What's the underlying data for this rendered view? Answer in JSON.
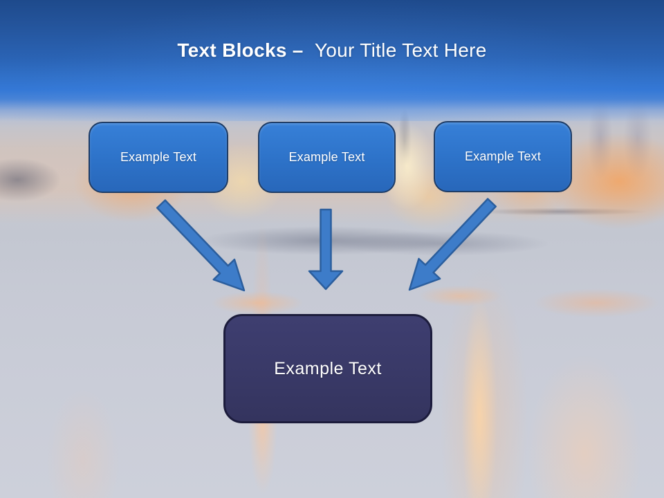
{
  "title": {
    "bold": "Text Blocks –",
    "regular": "Your Title Text Here"
  },
  "blocks": {
    "top": [
      {
        "label": "Example Text"
      },
      {
        "label": "Example Text"
      },
      {
        "label": "Example Text"
      }
    ],
    "center": {
      "label": "Example Text"
    }
  },
  "colors": {
    "banner_top": "#1E4A8C",
    "banner_bottom": "#3478D6",
    "block_fill": "#2D72C8",
    "block_border": "#1E3C66",
    "center_fill": "#393967",
    "center_border": "#1C1C3C",
    "arrow_fill": "#3D7CC9",
    "arrow_stroke": "#2B5E9D",
    "title_text": "#FFFFFF",
    "background_haze": "#C6CAD4"
  }
}
